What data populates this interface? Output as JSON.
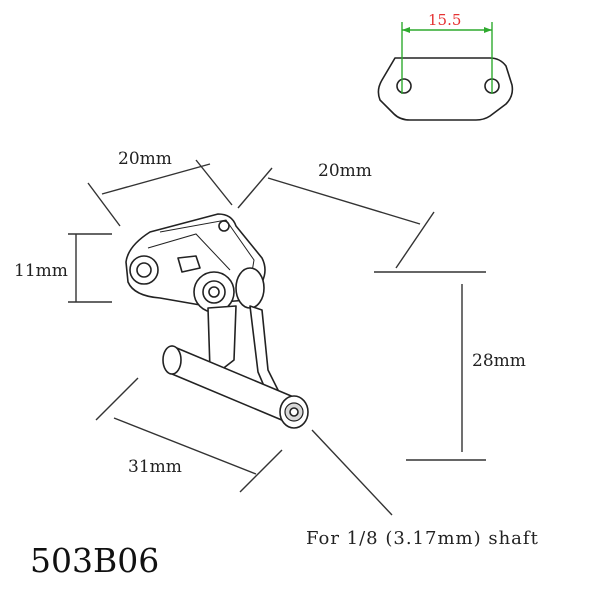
{
  "top_view": {
    "hole_spacing": "15.5"
  },
  "dimensions": {
    "top_left_width": "20mm",
    "top_right_width": "20mm",
    "height_left": "11mm",
    "height_right": "28mm",
    "shaft_length": "31mm"
  },
  "caption": "For 1/8 (3.17mm) shaft",
  "model_number": "503B06",
  "colors": {
    "dimension_red": "#e63333",
    "guide_green": "#2faa2f",
    "line": "#333333"
  }
}
